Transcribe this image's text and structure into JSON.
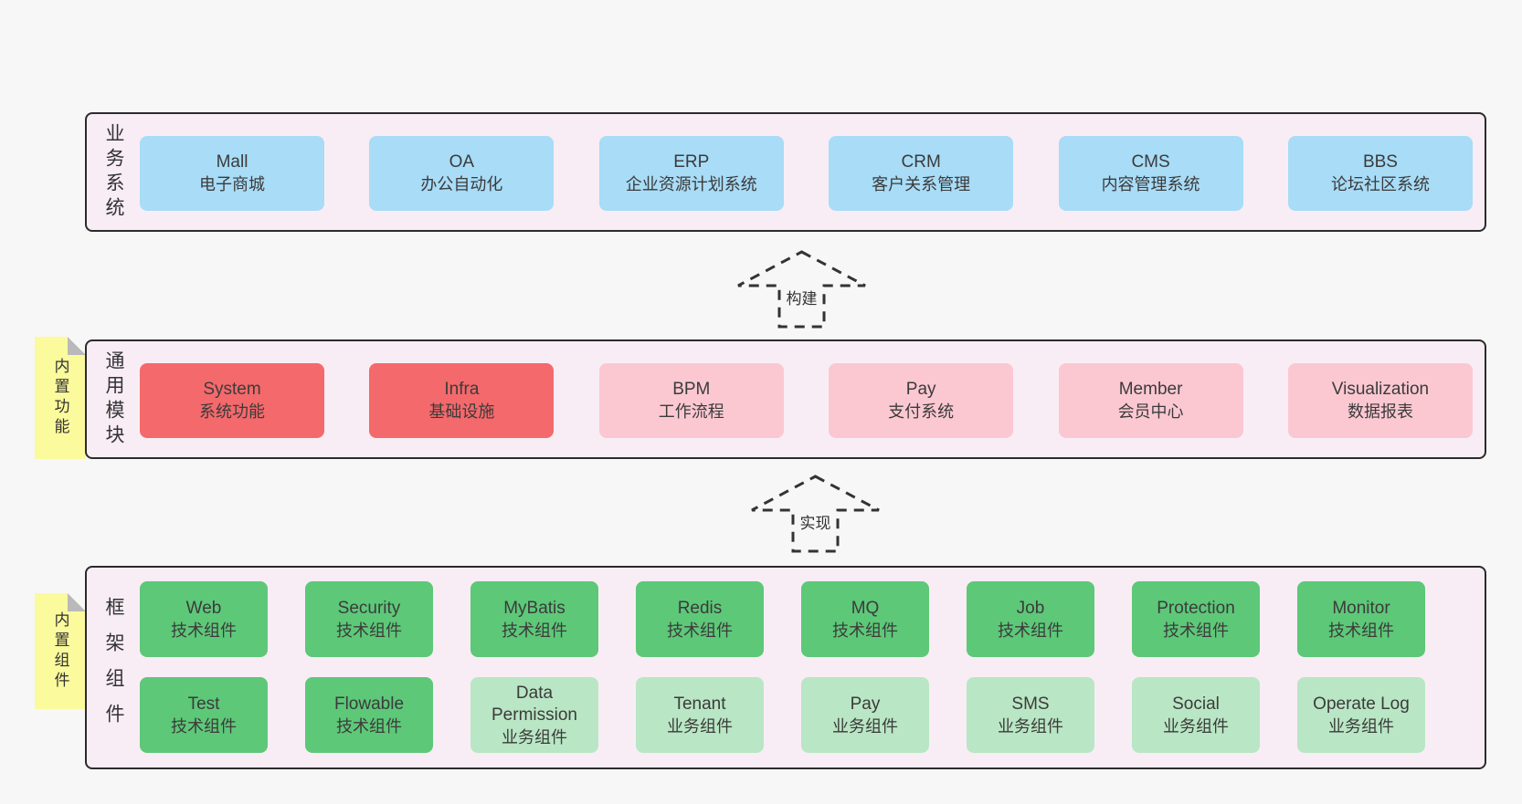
{
  "colors": {
    "page-bg": "#f7f7f7",
    "panel-bg": "#f8edf5",
    "panel-border": "#2b2b2b",
    "blue": "#a8dcf7",
    "red": "#f4696b",
    "pink": "#fbc8d2",
    "green": "#5dc878",
    "green-light": "#b9e6c4",
    "yellow": "#fbfa9c",
    "fold-gray": "#b9b9b9",
    "text": "#3b3b3b",
    "arrow": "#333333"
  },
  "arrows": [
    {
      "label": "构建"
    },
    {
      "label": "实现"
    }
  ],
  "sections": [
    {
      "side_label": "业务系统",
      "tag": "",
      "rows": [
        [
          {
            "name": "Mall",
            "desc": "电子商城",
            "variant": "blue"
          },
          {
            "name": "OA",
            "desc": "办公自动化",
            "variant": "blue"
          },
          {
            "name": "ERP",
            "desc": "企业资源计划系统",
            "variant": "blue"
          },
          {
            "name": "CRM",
            "desc": "客户关系管理",
            "variant": "blue"
          },
          {
            "name": "CMS",
            "desc": "内容管理系统",
            "variant": "blue"
          },
          {
            "name": "BBS",
            "desc": "论坛社区系统",
            "variant": "blue"
          }
        ]
      ]
    },
    {
      "side_label": "通用模块",
      "tag": "内置功能",
      "rows": [
        [
          {
            "name": "System",
            "desc": "系统功能",
            "variant": "red"
          },
          {
            "name": "Infra",
            "desc": "基础设施",
            "variant": "red"
          },
          {
            "name": "BPM",
            "desc": "工作流程",
            "variant": "pink"
          },
          {
            "name": "Pay",
            "desc": "支付系统",
            "variant": "pink"
          },
          {
            "name": "Member",
            "desc": "会员中心",
            "variant": "pink"
          },
          {
            "name": "Visualization",
            "desc": "数据报表",
            "variant": "pink"
          }
        ]
      ]
    },
    {
      "side_label": "框架组件",
      "tag": "内置组件",
      "rows": [
        [
          {
            "name": "Web",
            "desc": "技术组件",
            "variant": "green"
          },
          {
            "name": "Security",
            "desc": "技术组件",
            "variant": "green"
          },
          {
            "name": "MyBatis",
            "desc": "技术组件",
            "variant": "green"
          },
          {
            "name": "Redis",
            "desc": "技术组件",
            "variant": "green"
          },
          {
            "name": "MQ",
            "desc": "技术组件",
            "variant": "green"
          },
          {
            "name": "Job",
            "desc": "技术组件",
            "variant": "green"
          },
          {
            "name": "Protection",
            "desc": "技术组件",
            "variant": "green"
          },
          {
            "name": "Monitor",
            "desc": "技术组件",
            "variant": "green"
          }
        ],
        [
          {
            "name": "Test",
            "desc": "技术组件",
            "variant": "green"
          },
          {
            "name": "Flowable",
            "desc": "技术组件",
            "variant": "green"
          },
          {
            "name": "Data Permission",
            "desc": "业务组件",
            "variant": "green-light"
          },
          {
            "name": "Tenant",
            "desc": "业务组件",
            "variant": "green-light"
          },
          {
            "name": "Pay",
            "desc": "业务组件",
            "variant": "green-light"
          },
          {
            "name": "SMS",
            "desc": "业务组件",
            "variant": "green-light"
          },
          {
            "name": "Social",
            "desc": "业务组件",
            "variant": "green-light"
          },
          {
            "name": "Operate Log",
            "desc": "业务组件",
            "variant": "green-light"
          }
        ]
      ]
    }
  ]
}
